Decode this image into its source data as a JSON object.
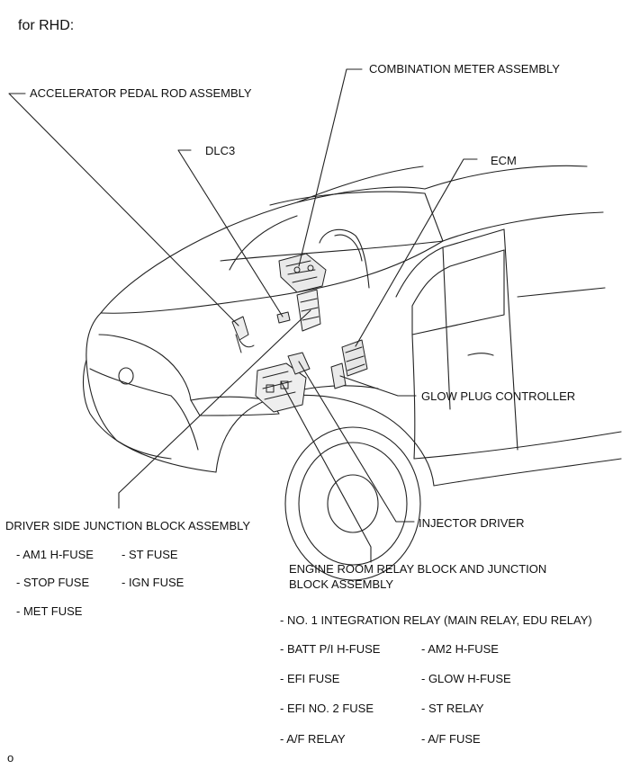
{
  "heading": "for RHD:",
  "footer_mark": "o",
  "labels": {
    "combination_meter": "COMBINATION METER ASSEMBLY",
    "accelerator": "ACCELERATOR PEDAL ROD ASSEMBLY",
    "dlc3": "DLC3",
    "ecm": "ECM",
    "glow_plug_controller": "GLOW PLUG CONTROLLER",
    "injector_driver": "INJECTOR DRIVER",
    "driver_side_jb": "DRIVER SIDE JUNCTION BLOCK ASSEMBLY",
    "engine_room_line1": "ENGINE ROOM RELAY BLOCK AND JUNCTION",
    "engine_room_line2": "BLOCK ASSEMBLY"
  },
  "driver_side_items": [
    "- AM1 H-FUSE",
    "- ST FUSE",
    "- STOP FUSE",
    "- IGN FUSE",
    "- MET FUSE"
  ],
  "engine_room_items": [
    "- NO. 1 INTEGRATION RELAY (MAIN RELAY, EDU RELAY)",
    "- BATT P/I H-FUSE",
    "- AM2 H-FUSE",
    "- EFI FUSE",
    "- GLOW H-FUSE",
    "- EFI NO. 2 FUSE",
    "- ST RELAY",
    "- A/F RELAY",
    "- A/F FUSE"
  ]
}
